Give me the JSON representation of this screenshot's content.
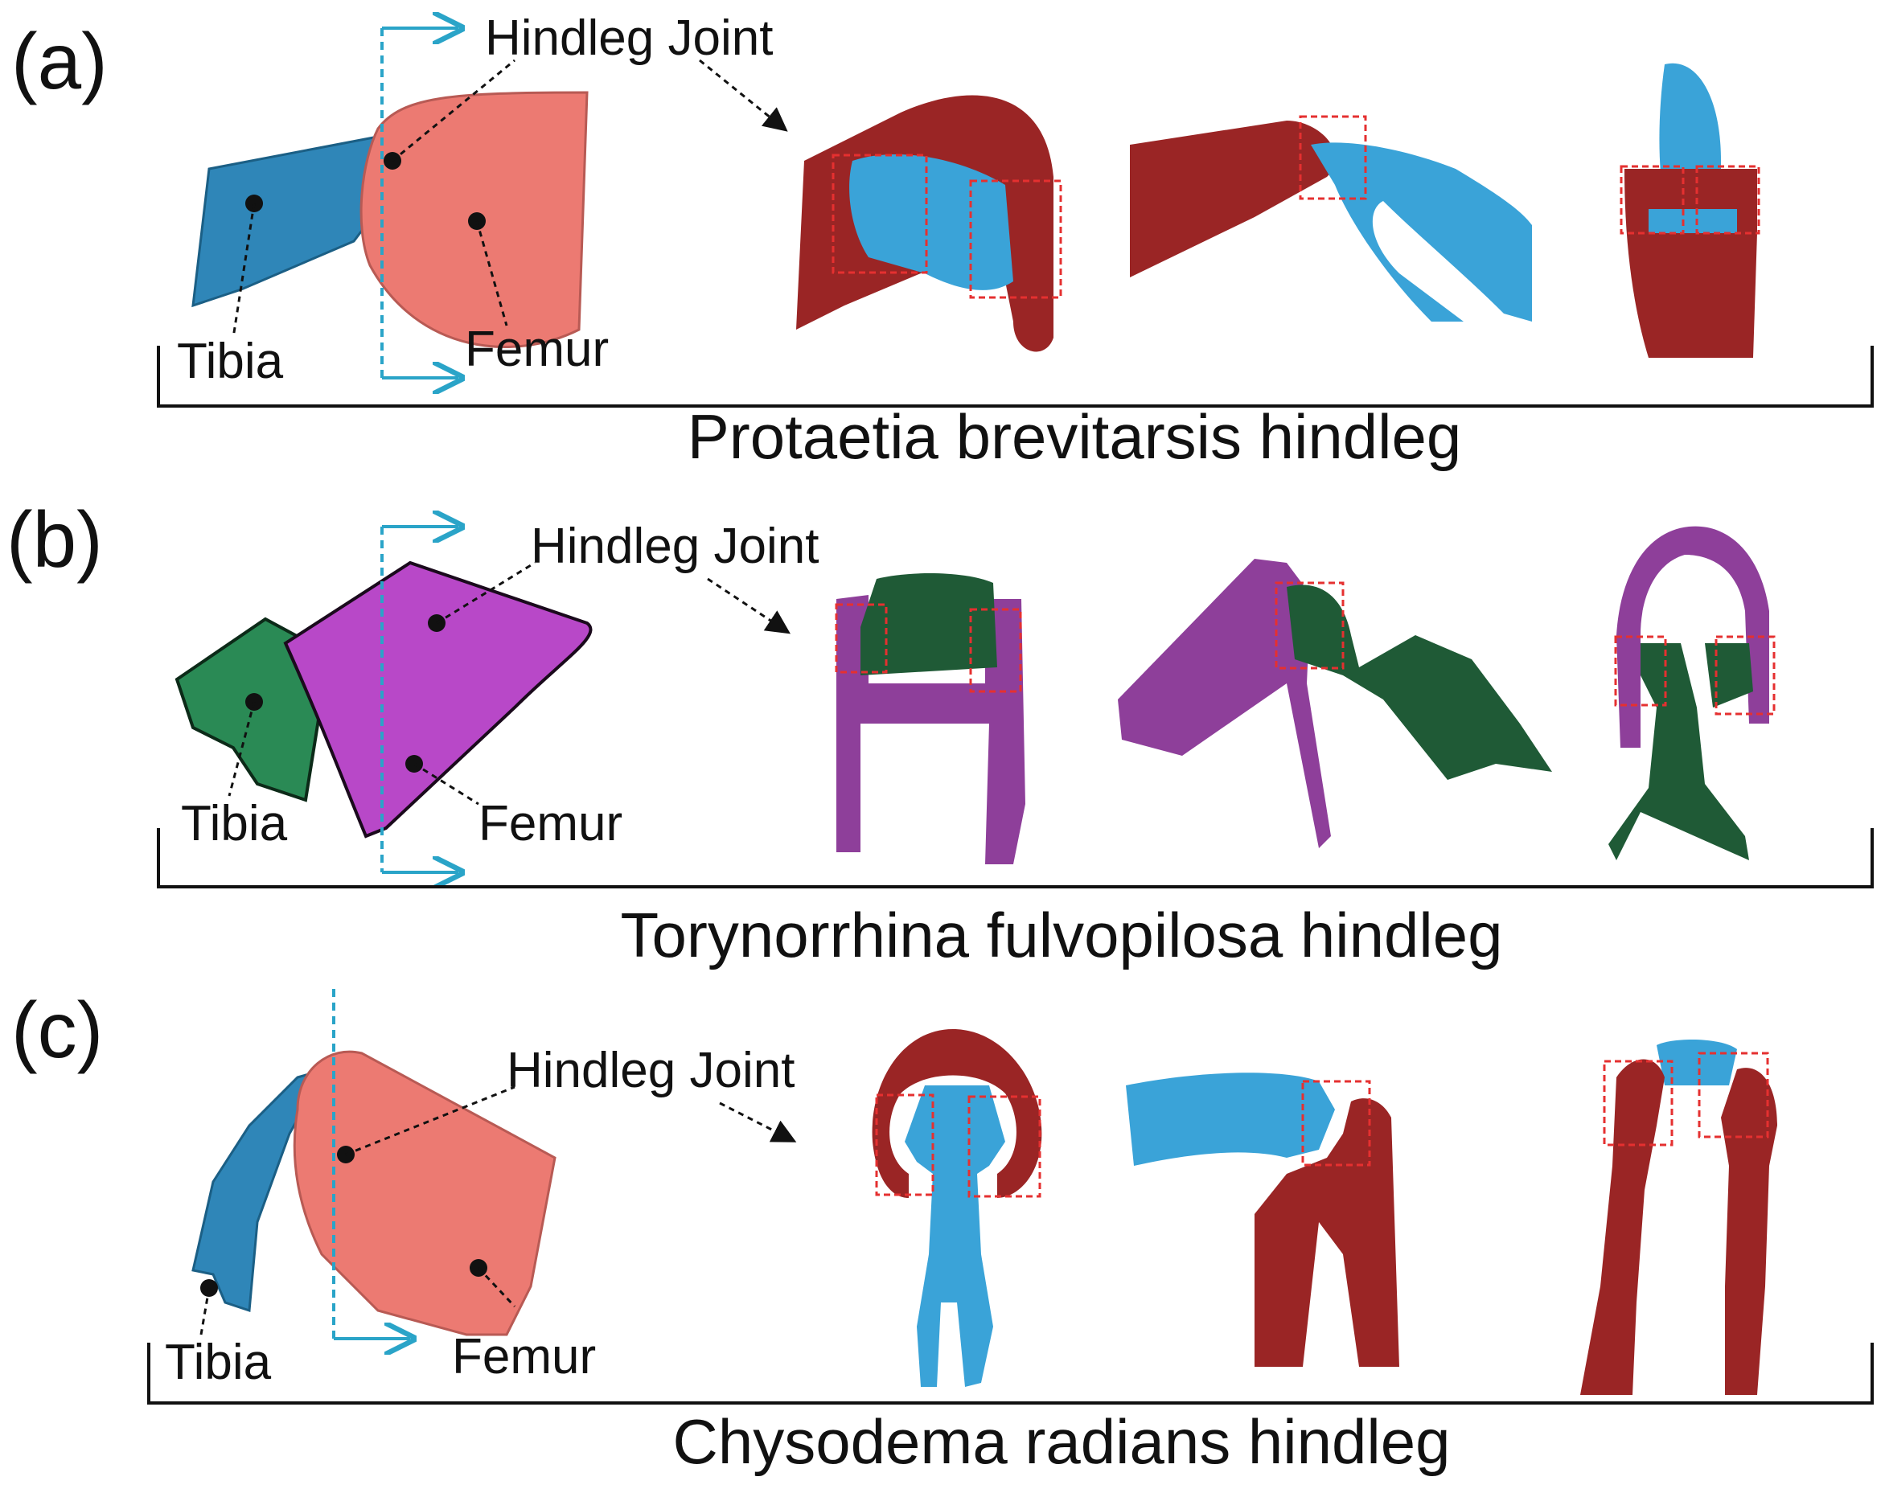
{
  "colors": {
    "tibia_blue": "#2f86b8",
    "femur_pink": "#ec7a72",
    "section_red": "#9a2525",
    "section_blue": "#3aa3d8",
    "tibia_green": "#2a8a55",
    "femur_magenta": "#b848c8",
    "section_green": "#1f5a36",
    "section_purple": "#8e3f9a",
    "cut_line": "#2aa4c8",
    "roi_box": "#e53030"
  },
  "panels": [
    {
      "letter": "(a)",
      "tibia_label": "Tibia",
      "femur_label": "Femur",
      "joint_label": "Hindleg Joint",
      "caption": "Protaetia brevitarsis hindleg",
      "icons": [
        "tibia-3d-model",
        "femur-3d-model",
        "cross-section-icon"
      ]
    },
    {
      "letter": "(b)",
      "tibia_label": "Tibia",
      "femur_label": "Femur",
      "joint_label": "Hindleg Joint",
      "caption": "Torynorrhina fulvopilosa hindleg",
      "icons": [
        "tibia-3d-model",
        "femur-3d-model",
        "cross-section-icon"
      ]
    },
    {
      "letter": "(c)",
      "tibia_label": "Tibia",
      "femur_label": "Femur",
      "joint_label": "Hindleg Joint",
      "caption": "Chysodema radians hindleg",
      "icons": [
        "tibia-3d-model",
        "femur-3d-model",
        "cross-section-icon"
      ]
    }
  ]
}
